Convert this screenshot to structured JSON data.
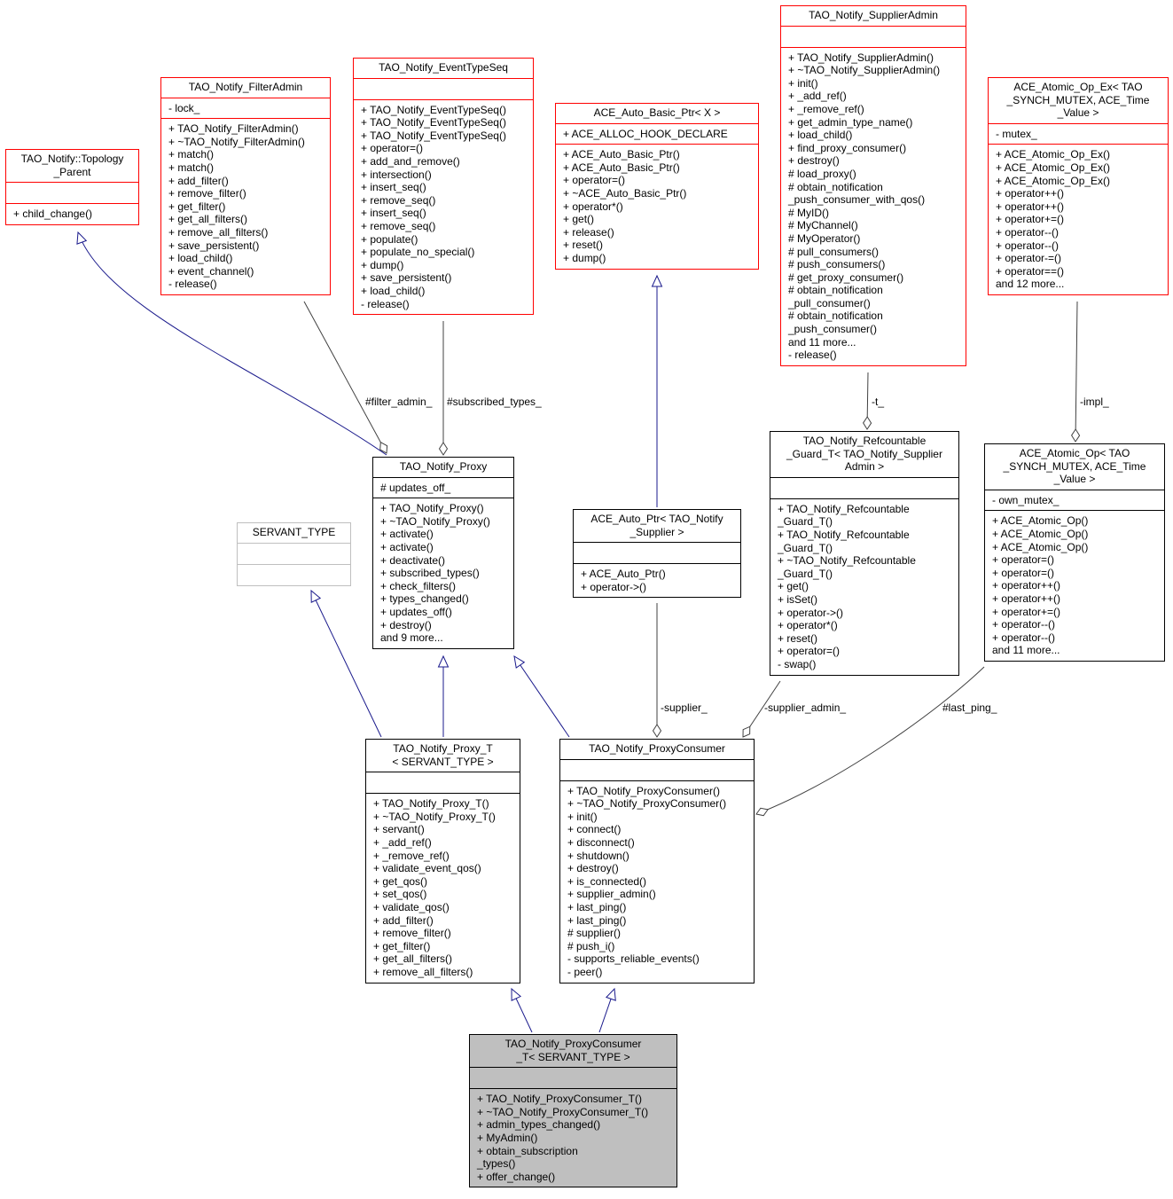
{
  "nodes": [
    {
      "id": "topology_parent",
      "style": "red",
      "title": [
        "TAO_Notify::Topology",
        "_Parent"
      ],
      "attrs": [],
      "methods": [
        "+ child_change()"
      ]
    },
    {
      "id": "filter_admin",
      "style": "red",
      "title": [
        "TAO_Notify_FilterAdmin"
      ],
      "attrs": [
        "- lock_"
      ],
      "methods": [
        "+ TAO_Notify_FilterAdmin()",
        "+ ~TAO_Notify_FilterAdmin()",
        "+ match()",
        "+ match()",
        "+ add_filter()",
        "+ remove_filter()",
        "+ get_filter()",
        "+ get_all_filters()",
        "+ remove_all_filters()",
        "+ save_persistent()",
        "+ load_child()",
        "+ event_channel()",
        "- release()"
      ]
    },
    {
      "id": "event_type_seq",
      "style": "red",
      "title": [
        "TAO_Notify_EventTypeSeq"
      ],
      "attrs": [],
      "methods": [
        "+ TAO_Notify_EventTypeSeq()",
        "+ TAO_Notify_EventTypeSeq()",
        "+ TAO_Notify_EventTypeSeq()",
        "+ operator=()",
        "+ add_and_remove()",
        "+ intersection()",
        "+ insert_seq()",
        "+ remove_seq()",
        "+ insert_seq()",
        "+ remove_seq()",
        "+ populate()",
        "+ populate_no_special()",
        "+ dump()",
        "+ save_persistent()",
        "+ load_child()",
        "- release()"
      ]
    },
    {
      "id": "ace_auto_basic_ptr",
      "style": "red",
      "title": [
        "ACE_Auto_Basic_Ptr< X >"
      ],
      "attrs": [
        "+ ACE_ALLOC_HOOK_DECLARE"
      ],
      "methods": [
        "+ ACE_Auto_Basic_Ptr()",
        "+ ACE_Auto_Basic_Ptr()",
        "+ operator=()",
        "+ ~ACE_Auto_Basic_Ptr()",
        "+ operator*()",
        "+ get()",
        "+ release()",
        "+ reset()",
        "+ dump()"
      ]
    },
    {
      "id": "supplier_admin",
      "style": "red",
      "title": [
        "TAO_Notify_SupplierAdmin"
      ],
      "attrs": [],
      "methods": [
        "+ TAO_Notify_SupplierAdmin()",
        "+ ~TAO_Notify_SupplierAdmin()",
        "+ init()",
        "+ _add_ref()",
        "+ _remove_ref()",
        "+ get_admin_type_name()",
        "+ load_child()",
        "+ find_proxy_consumer()",
        "+ destroy()",
        "# load_proxy()",
        "# obtain_notification",
        "_push_consumer_with_qos()",
        "# MyID()",
        "# MyChannel()",
        "# MyOperator()",
        "# pull_consumers()",
        "# push_consumers()",
        "# get_proxy_consumer()",
        "# obtain_notification",
        "_pull_consumer()",
        "# obtain_notification",
        "_push_consumer()",
        "and 11 more...",
        "- release()"
      ]
    },
    {
      "id": "atomic_op_ex",
      "style": "red",
      "title": [
        "ACE_Atomic_Op_Ex< TAO",
        "_SYNCH_MUTEX, ACE_Time",
        "_Value >"
      ],
      "attrs": [
        "- mutex_"
      ],
      "methods": [
        "+ ACE_Atomic_Op_Ex()",
        "+ ACE_Atomic_Op_Ex()",
        "+ ACE_Atomic_Op_Ex()",
        "+ operator++()",
        "+ operator++()",
        "+ operator+=()",
        "+ operator--()",
        "+ operator--()",
        "+ operator-=()",
        "+ operator==()",
        "and 12 more..."
      ]
    },
    {
      "id": "servant_type",
      "style": "gray",
      "title": [
        "SERVANT_TYPE"
      ],
      "attrs": [],
      "methods": []
    },
    {
      "id": "notify_proxy",
      "style": "black",
      "title": [
        "TAO_Notify_Proxy"
      ],
      "attrs": [
        "# updates_off_"
      ],
      "methods": [
        "+ TAO_Notify_Proxy()",
        "+ ~TAO_Notify_Proxy()",
        "+ activate()",
        "+ activate()",
        "+ deactivate()",
        "+ subscribed_types()",
        "+ check_filters()",
        "+ types_changed()",
        "+ updates_off()",
        "+ destroy()",
        "and 9 more..."
      ]
    },
    {
      "id": "ace_auto_ptr",
      "style": "black",
      "title": [
        "ACE_Auto_Ptr< TAO_Notify",
        "_Supplier >"
      ],
      "attrs": [],
      "methods": [
        "+ ACE_Auto_Ptr()",
        "+ operator->()"
      ]
    },
    {
      "id": "refcountable_guard",
      "style": "black",
      "title": [
        "TAO_Notify_Refcountable",
        "_Guard_T< TAO_Notify_Supplier",
        "Admin >"
      ],
      "attrs": [],
      "methods": [
        "+ TAO_Notify_Refcountable",
        "_Guard_T()",
        "+ TAO_Notify_Refcountable",
        "_Guard_T()",
        "+ ~TAO_Notify_Refcountable",
        "_Guard_T()",
        "+ get()",
        "+ isSet()",
        "+ operator->()",
        "+ operator*()",
        "+ reset()",
        "+ operator=()",
        "- swap()"
      ]
    },
    {
      "id": "atomic_op",
      "style": "black",
      "title": [
        "ACE_Atomic_Op< TAO",
        "_SYNCH_MUTEX, ACE_Time",
        "_Value >"
      ],
      "attrs": [
        "- own_mutex_"
      ],
      "methods": [
        "+ ACE_Atomic_Op()",
        "+ ACE_Atomic_Op()",
        "+ ACE_Atomic_Op()",
        "+ operator=()",
        "+ operator=()",
        "+ operator++()",
        "+ operator++()",
        "+ operator+=()",
        "+ operator--()",
        "+ operator--()",
        "and 11 more..."
      ]
    },
    {
      "id": "proxy_t",
      "style": "black",
      "title": [
        "TAO_Notify_Proxy_T",
        "< SERVANT_TYPE >"
      ],
      "attrs": [],
      "methods": [
        "+ TAO_Notify_Proxy_T()",
        "+ ~TAO_Notify_Proxy_T()",
        "+ servant()",
        "+ _add_ref()",
        "+ _remove_ref()",
        "+ validate_event_qos()",
        "+ get_qos()",
        "+ set_qos()",
        "+ validate_qos()",
        "+ add_filter()",
        "+ remove_filter()",
        "+ get_filter()",
        "+ get_all_filters()",
        "+ remove_all_filters()"
      ]
    },
    {
      "id": "proxy_consumer",
      "style": "black",
      "title": [
        "TAO_Notify_ProxyConsumer"
      ],
      "attrs": [],
      "methods": [
        "+ TAO_Notify_ProxyConsumer()",
        "+ ~TAO_Notify_ProxyConsumer()",
        "+ init()",
        "+ connect()",
        "+ disconnect()",
        "+ shutdown()",
        "+ destroy()",
        "+ is_connected()",
        "+ supplier_admin()",
        "+ last_ping()",
        "+ last_ping()",
        "# supplier()",
        "# push_i()",
        "- supports_reliable_events()",
        "- peer()"
      ]
    },
    {
      "id": "proxy_consumer_t",
      "style": "focus",
      "title": [
        "TAO_Notify_ProxyConsumer",
        "_T< SERVANT_TYPE >"
      ],
      "attrs": [],
      "methods": [
        "+ TAO_Notify_ProxyConsumer_T()",
        "+ ~TAO_Notify_ProxyConsumer_T()",
        "+ admin_types_changed()",
        "+ MyAdmin()",
        "+ obtain_subscription",
        "_types()",
        "+ offer_change()"
      ]
    }
  ],
  "edges": [
    {
      "from": "notify_proxy",
      "to": "topology_parent",
      "kind": "inherit",
      "label": ""
    },
    {
      "from": "notify_proxy",
      "to": "filter_admin",
      "kind": "aggregate",
      "label": "#filter_admin_"
    },
    {
      "from": "notify_proxy",
      "to": "event_type_seq",
      "kind": "aggregate",
      "label": "#subscribed_types_"
    },
    {
      "from": "ace_auto_ptr",
      "to": "ace_auto_basic_ptr",
      "kind": "inherit",
      "label": ""
    },
    {
      "from": "refcountable_guard",
      "to": "supplier_admin",
      "kind": "aggregate",
      "label": "-t_"
    },
    {
      "from": "atomic_op",
      "to": "atomic_op_ex",
      "kind": "aggregate",
      "label": "-impl_"
    },
    {
      "from": "proxy_t",
      "to": "servant_type",
      "kind": "inherit",
      "label": ""
    },
    {
      "from": "proxy_t",
      "to": "notify_proxy",
      "kind": "inherit",
      "label": ""
    },
    {
      "from": "proxy_consumer",
      "to": "notify_proxy",
      "kind": "inherit",
      "label": ""
    },
    {
      "from": "proxy_consumer",
      "to": "ace_auto_ptr",
      "kind": "aggregate",
      "label": "-supplier_"
    },
    {
      "from": "proxy_consumer",
      "to": "refcountable_guard",
      "kind": "aggregate",
      "label": "-supplier_admin_"
    },
    {
      "from": "proxy_consumer",
      "to": "atomic_op",
      "kind": "aggregate",
      "label": "#last_ping_"
    },
    {
      "from": "proxy_consumer_t",
      "to": "proxy_t",
      "kind": "inherit",
      "label": ""
    },
    {
      "from": "proxy_consumer_t",
      "to": "proxy_consumer",
      "kind": "inherit",
      "label": ""
    }
  ]
}
